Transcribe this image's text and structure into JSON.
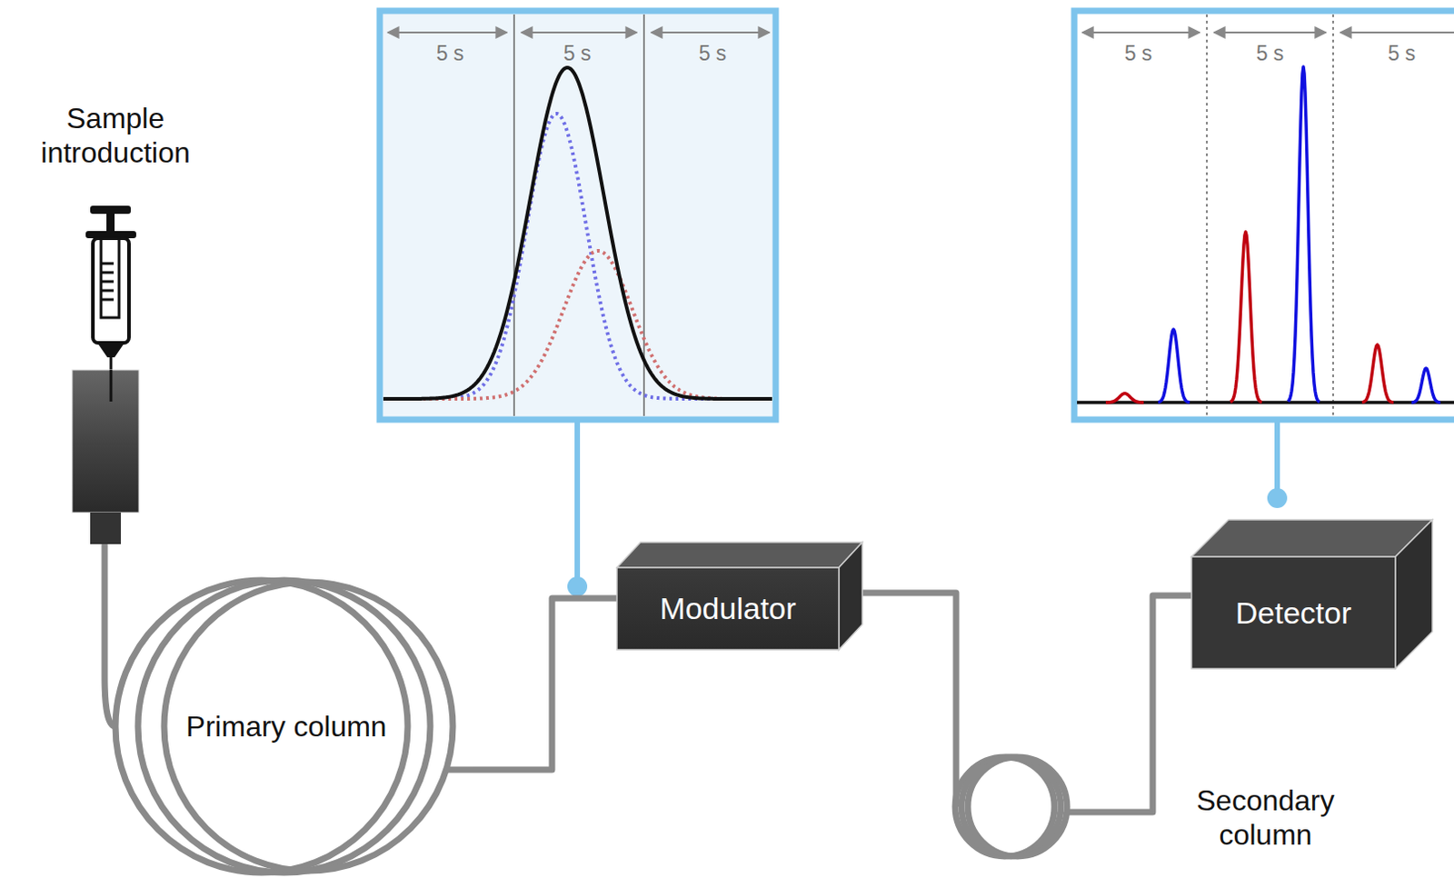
{
  "diagram": {
    "nodes": [
      {
        "text": [
          "Sample introduction"
        ]
      },
      {
        "text": [
          "Primary column"
        ]
      },
      {
        "text": [
          "Modulator"
        ]
      },
      {
        "text": [
          "Secondary column"
        ]
      },
      {
        "text": [
          "Detector"
        ]
      }
    ],
    "edges": [
      {
        "from": 0,
        "to": 1,
        "arrow": "none"
      },
      {
        "from": 1,
        "to": 2,
        "arrow": "none"
      },
      {
        "from": 2,
        "to": 3,
        "arrow": "none"
      },
      {
        "from": 3,
        "to": 4,
        "arrow": "none"
      }
    ],
    "labels": [
      "5 s",
      "5 s",
      "5 s",
      "5 s",
      "5 s",
      "5 s"
    ]
  }
}
